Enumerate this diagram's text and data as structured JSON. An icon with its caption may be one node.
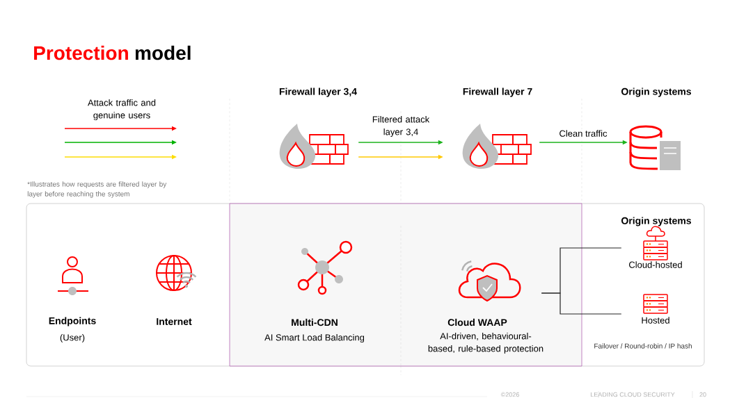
{
  "diagram": {
    "title": "Protection",
    "nodes": [
      {
        "text": [
          "Firewall layer 3,4"
        ]
      },
      {
        "text": [
          "Firewall layer 7"
        ]
      },
      {
        "text": [
          "Origin systems"
        ]
      },
      {
        "text": [],
        "shape": "box"
      },
      {
        "text": [
          "Endpoints",
          "(User)"
        ],
        "in": 3
      },
      {
        "text": [
          "Internet"
        ],
        "in": 3
      },
      {
        "text": [],
        "shape": "box",
        "in": 3
      },
      {
        "text": [
          "Multi-CDN",
          "AI Smart Load Balancing"
        ],
        "in": 6
      },
      {
        "text": [
          "Cloud WAAP",
          "AI-driven, behavioural-based, rule-based protection"
        ],
        "in": 6
      },
      {
        "text": [
          "Cloud-hosted"
        ],
        "in": 3
      },
      {
        "text": [
          "Hosted"
        ],
        "in": 3
      }
    ],
    "edges": [
      {
        "from": 0,
        "to": 1,
        "arrow": "to",
        "label": "Filtered attack layer 3,4"
      },
      {
        "from": 0,
        "to": 1,
        "arrow": "to",
        "color": "#ffc800"
      },
      {
        "from": 1,
        "to": 2,
        "arrow": "to",
        "label": "Clean traffic"
      },
      {
        "from": 8,
        "to": 9,
        "arrow": "none",
        "color": "#222222"
      },
      {
        "from": 8,
        "to": 10,
        "arrow": "none",
        "color": "#222222"
      }
    ],
    "labels": [
      "model",
      "Attack traffic and genuine users",
      "*Illustrates how requests are filtered layer by layer before reaching the system",
      "Origin systems",
      "Failover / Round-robin / IP hash",
      "©2026",
      "LEADING CLOUD SECURITY",
      "20"
    ]
  }
}
